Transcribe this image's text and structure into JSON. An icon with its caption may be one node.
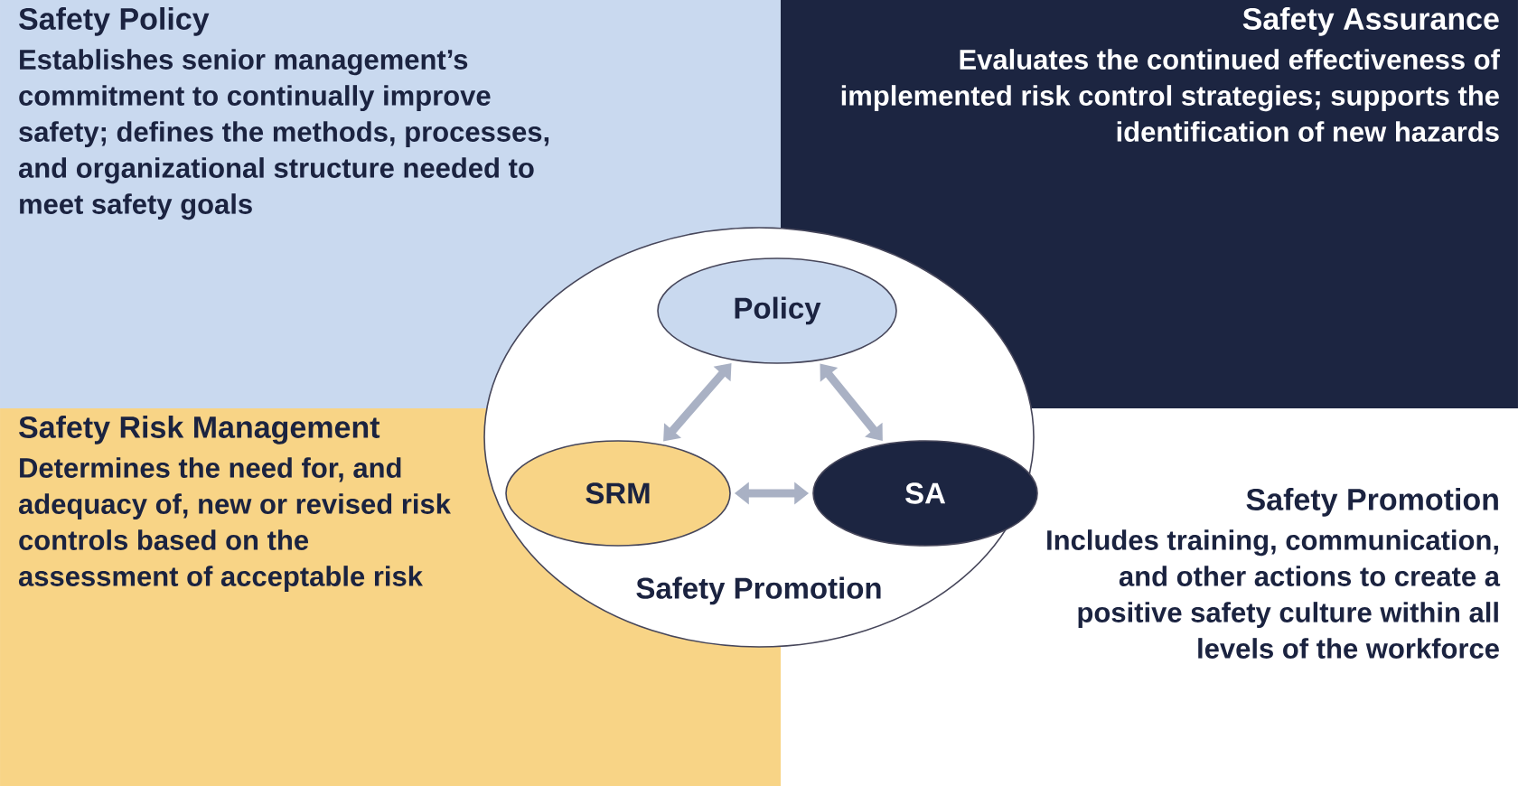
{
  "diagram": {
    "nodes": [
      {
        "text": [
          "Safety Policy",
          "Establishes senior management’s commitment to continually improve safety; defines the methods, processes, and organizational structure needed to meet safety goals"
        ]
      },
      {
        "text": [
          "Safety Assurance",
          "Evaluates the continued effectiveness of implemented risk control strategies; supports the identification of new hazards"
        ]
      },
      {
        "text": [
          "Safety Risk Management",
          "Determines the need for, and adequacy of, new or revised risk controls based on the assessment of acceptable risk"
        ]
      },
      {
        "text": [
          "Safety Promotion",
          "Includes training, communication, and other actions to create a positive safety culture within all levels of the workforce"
        ]
      },
      {
        "text": [
          "Safety Promotion"
        ]
      },
      {
        "text": [
          "Policy"
        ],
        "in": 4
      },
      {
        "text": [
          "SRM"
        ],
        "in": 4
      },
      {
        "text": [
          "SA"
        ],
        "in": 4
      }
    ],
    "edges": [
      {
        "from": 5,
        "to": 6,
        "arrow": "both"
      },
      {
        "from": 5,
        "to": 7,
        "arrow": "both"
      },
      {
        "from": 6,
        "to": 7,
        "arrow": "both"
      }
    ]
  }
}
